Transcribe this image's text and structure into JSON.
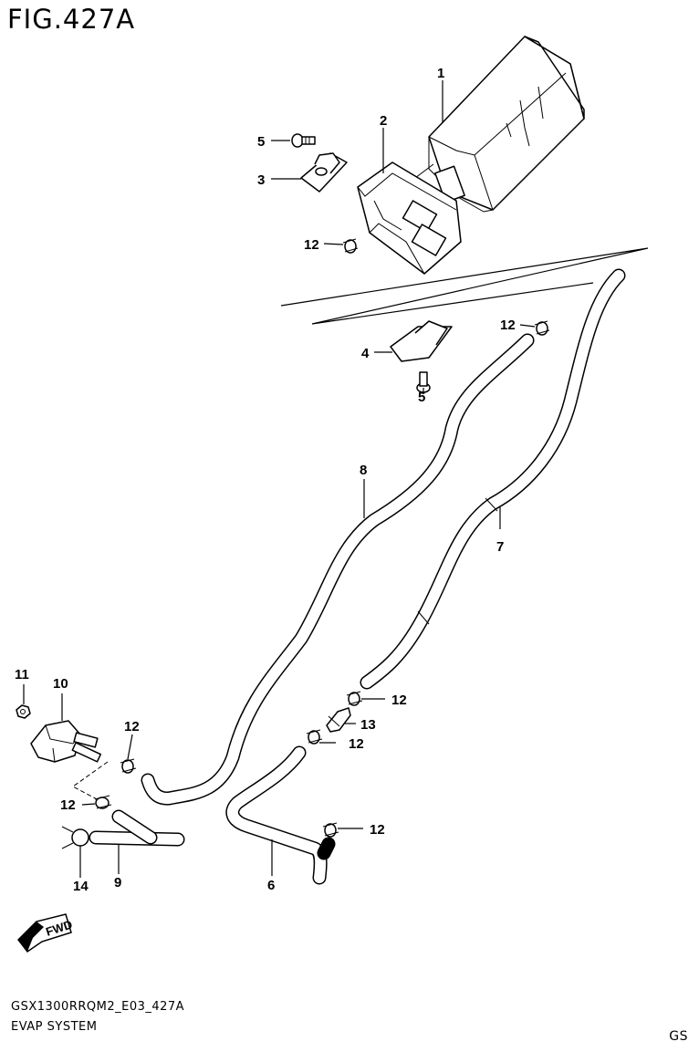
{
  "figure": {
    "title": "FIG.427A",
    "code": "GSX1300RRQM2_E03_427A",
    "name": "EVAP SYSTEM",
    "region": "GS"
  },
  "callouts": [
    {
      "id": "c1",
      "label": "1"
    },
    {
      "id": "c2",
      "label": "2"
    },
    {
      "id": "c3",
      "label": "3"
    },
    {
      "id": "c4",
      "label": "4"
    },
    {
      "id": "c5a",
      "label": "5"
    },
    {
      "id": "c5b",
      "label": "5"
    },
    {
      "id": "c6",
      "label": "6"
    },
    {
      "id": "c7",
      "label": "7"
    },
    {
      "id": "c8",
      "label": "8"
    },
    {
      "id": "c9",
      "label": "9"
    },
    {
      "id": "c10",
      "label": "10"
    },
    {
      "id": "c11",
      "label": "11"
    },
    {
      "id": "c12a",
      "label": "12"
    },
    {
      "id": "c12b",
      "label": "12"
    },
    {
      "id": "c12c",
      "label": "12"
    },
    {
      "id": "c12d",
      "label": "12"
    },
    {
      "id": "c12e",
      "label": "12"
    },
    {
      "id": "c12f",
      "label": "12"
    },
    {
      "id": "c12g",
      "label": "12"
    },
    {
      "id": "c13",
      "label": "13"
    },
    {
      "id": "c14",
      "label": "14"
    }
  ],
  "fwd_badge": {
    "label": "FWD"
  }
}
